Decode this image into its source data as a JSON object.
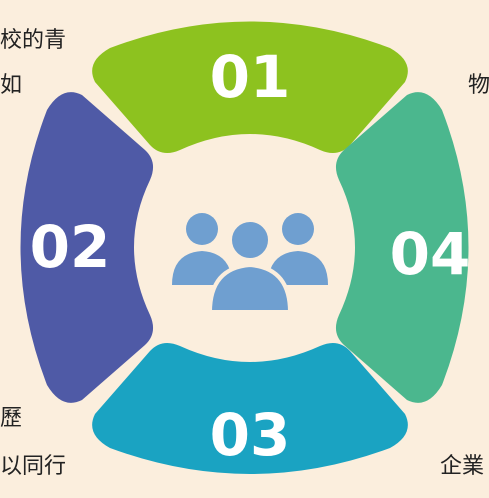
{
  "segments": [
    {
      "id": "01",
      "label": "01",
      "color": "#8dc21f"
    },
    {
      "id": "02",
      "label": "02",
      "color": "#4f5aa6"
    },
    {
      "id": "03",
      "label": "03",
      "color": "#1aa3c2"
    },
    {
      "id": "04",
      "label": "04",
      "color": "#4bb78e"
    }
  ],
  "center": {
    "icon": "people-group-icon",
    "color": "#6f9fd0",
    "disc_color": "#fbeedd"
  },
  "corner_texts": {
    "top_left_1": "校的青",
    "top_left_2": "如",
    "top_right_1": "物",
    "bottom_left_1": "歷",
    "bottom_left_2": "以同行",
    "bottom_right_1": "企業"
  }
}
